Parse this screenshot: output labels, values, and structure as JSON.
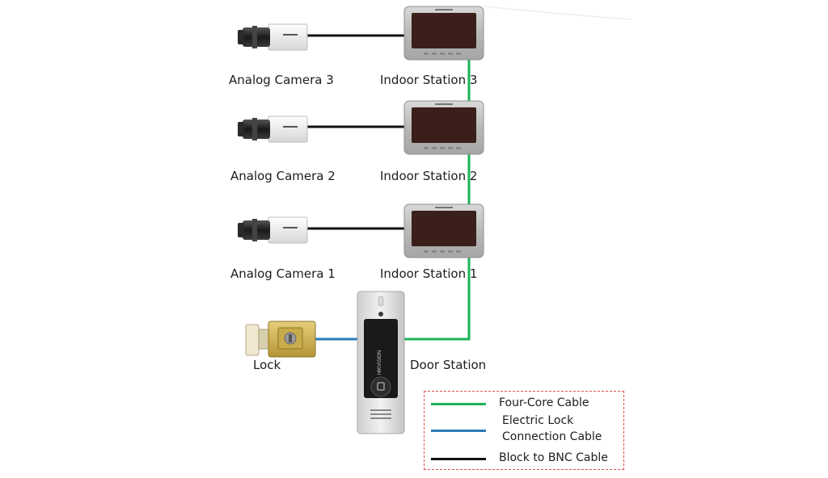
{
  "labels": {
    "camera3": "Analog Camera 3",
    "camera2": "Analog Camera 2",
    "camera1": "Analog Camera 1",
    "indoor3": "Indoor Station 3",
    "indoor2": "Indoor Station 2",
    "indoor1": "Indoor Station 1",
    "lock": "Lock",
    "door": "Door Station"
  },
  "brand": "HIKVISION",
  "legend": {
    "four_core": "Four-Core Cable",
    "electric_lock_line1": "Electric Lock",
    "electric_lock_line2": "Connection Cable",
    "bnc": "Block to BNC Cable"
  },
  "colors": {
    "four_core": "#1db25a",
    "electric_lock": "#2a7ab8",
    "bnc": "#111111",
    "legend_border": "#d9534f"
  }
}
